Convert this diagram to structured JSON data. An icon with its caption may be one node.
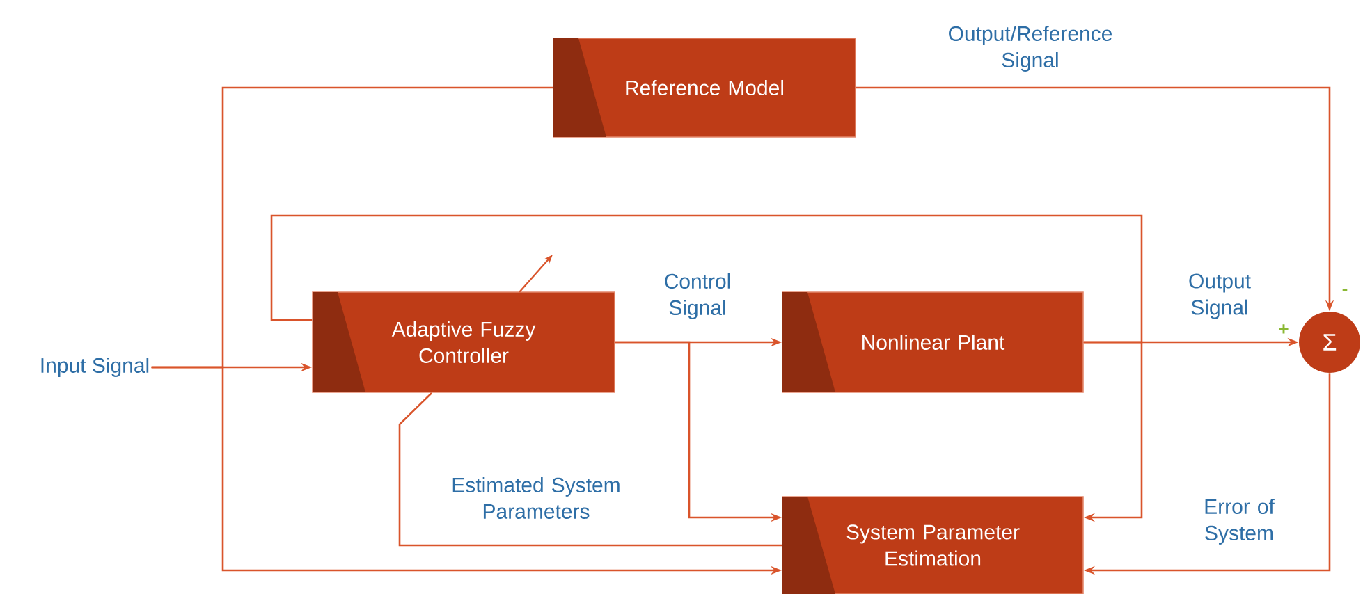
{
  "diagram": {
    "nodes": [
      {
        "text": [
          "Reference Model"
        ]
      },
      {
        "text": [
          "Input Signal"
        ]
      },
      {
        "text": [
          "Adaptive Fuzzy Controller"
        ]
      },
      {
        "text": [
          "Nonlinear Plant"
        ]
      },
      {
        "text": [
          "System Parameter Estimation"
        ]
      },
      {
        "text": [
          "Σ"
        ]
      }
    ],
    "edges": [
      {
        "from": 1,
        "to": 0,
        "arrow": "none"
      },
      {
        "from": 1,
        "to": 2,
        "arrow": "to"
      },
      {
        "from": 1,
        "to": 4,
        "arrow": "to"
      },
      {
        "from": 0,
        "to": 5,
        "arrow": "to",
        "label": "Output/Reference Signal"
      },
      {
        "from": 2,
        "to": 3,
        "arrow": "to",
        "label": "Control Signal"
      },
      {
        "from": 2,
        "to": 4,
        "arrow": "to"
      },
      {
        "from": 3,
        "to": 5,
        "arrow": "to",
        "label": "Output Signal"
      },
      {
        "from": 3,
        "to": 2,
        "arrow": "none"
      },
      {
        "from": 3,
        "to": 4,
        "arrow": "to"
      },
      {
        "from": 4,
        "to": 2,
        "arrow": "none",
        "label": "Estimated System Parameters"
      },
      {
        "from": 5,
        "to": 4,
        "arrow": "to",
        "label": "Error of System"
      }
    ],
    "labels": [
      "-",
      "+"
    ]
  }
}
